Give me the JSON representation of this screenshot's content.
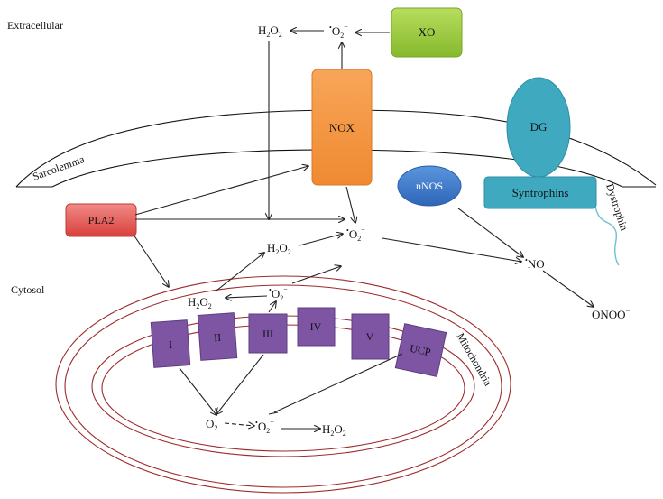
{
  "labels": {
    "extracellular": "Extracellular",
    "cytosol": "Cytosol",
    "sarcolemma": "Sarcolemma",
    "mitochondria": "Mitochondria",
    "dystrophin": "Dystrophin"
  },
  "boxes": {
    "xo": "XO",
    "nox": "NOX",
    "dg": "DG",
    "nnos": "nNOS",
    "syntrophins": "Syntrophins",
    "pla2": "PLA2",
    "complex_1": "I",
    "complex_2": "II",
    "complex_3": "III",
    "complex_4": "IV",
    "complex_5": "V",
    "ucp": "UCP"
  },
  "species": {
    "h2o2_base": "H",
    "h2o2_sub1": "2",
    "h2o2_mid": "O",
    "h2o2_sub2": "2",
    "superoxide_dot": "•",
    "superoxide_base": "O",
    "superoxide_sub": "2",
    "superoxide_charge": "−",
    "o2_base": "O",
    "o2_sub": "2",
    "no_dot": "•",
    "no_base": "NO",
    "peroxynitrite_base": "ONOO",
    "peroxynitrite_charge": "−"
  },
  "colors": {
    "xo_fill": "#9ccc3c",
    "nox_fill": "#f59440",
    "dg_fill": "#3fa9bf",
    "nnos_fill": "#3a76c8",
    "syntrophins_fill": "#3fa9bf",
    "pla2_fill": "#e2524f",
    "complex_fill": "#7d55a3",
    "mito_membrane": "#9e2a2a",
    "dystrophin_line": "#6cc0d0"
  }
}
